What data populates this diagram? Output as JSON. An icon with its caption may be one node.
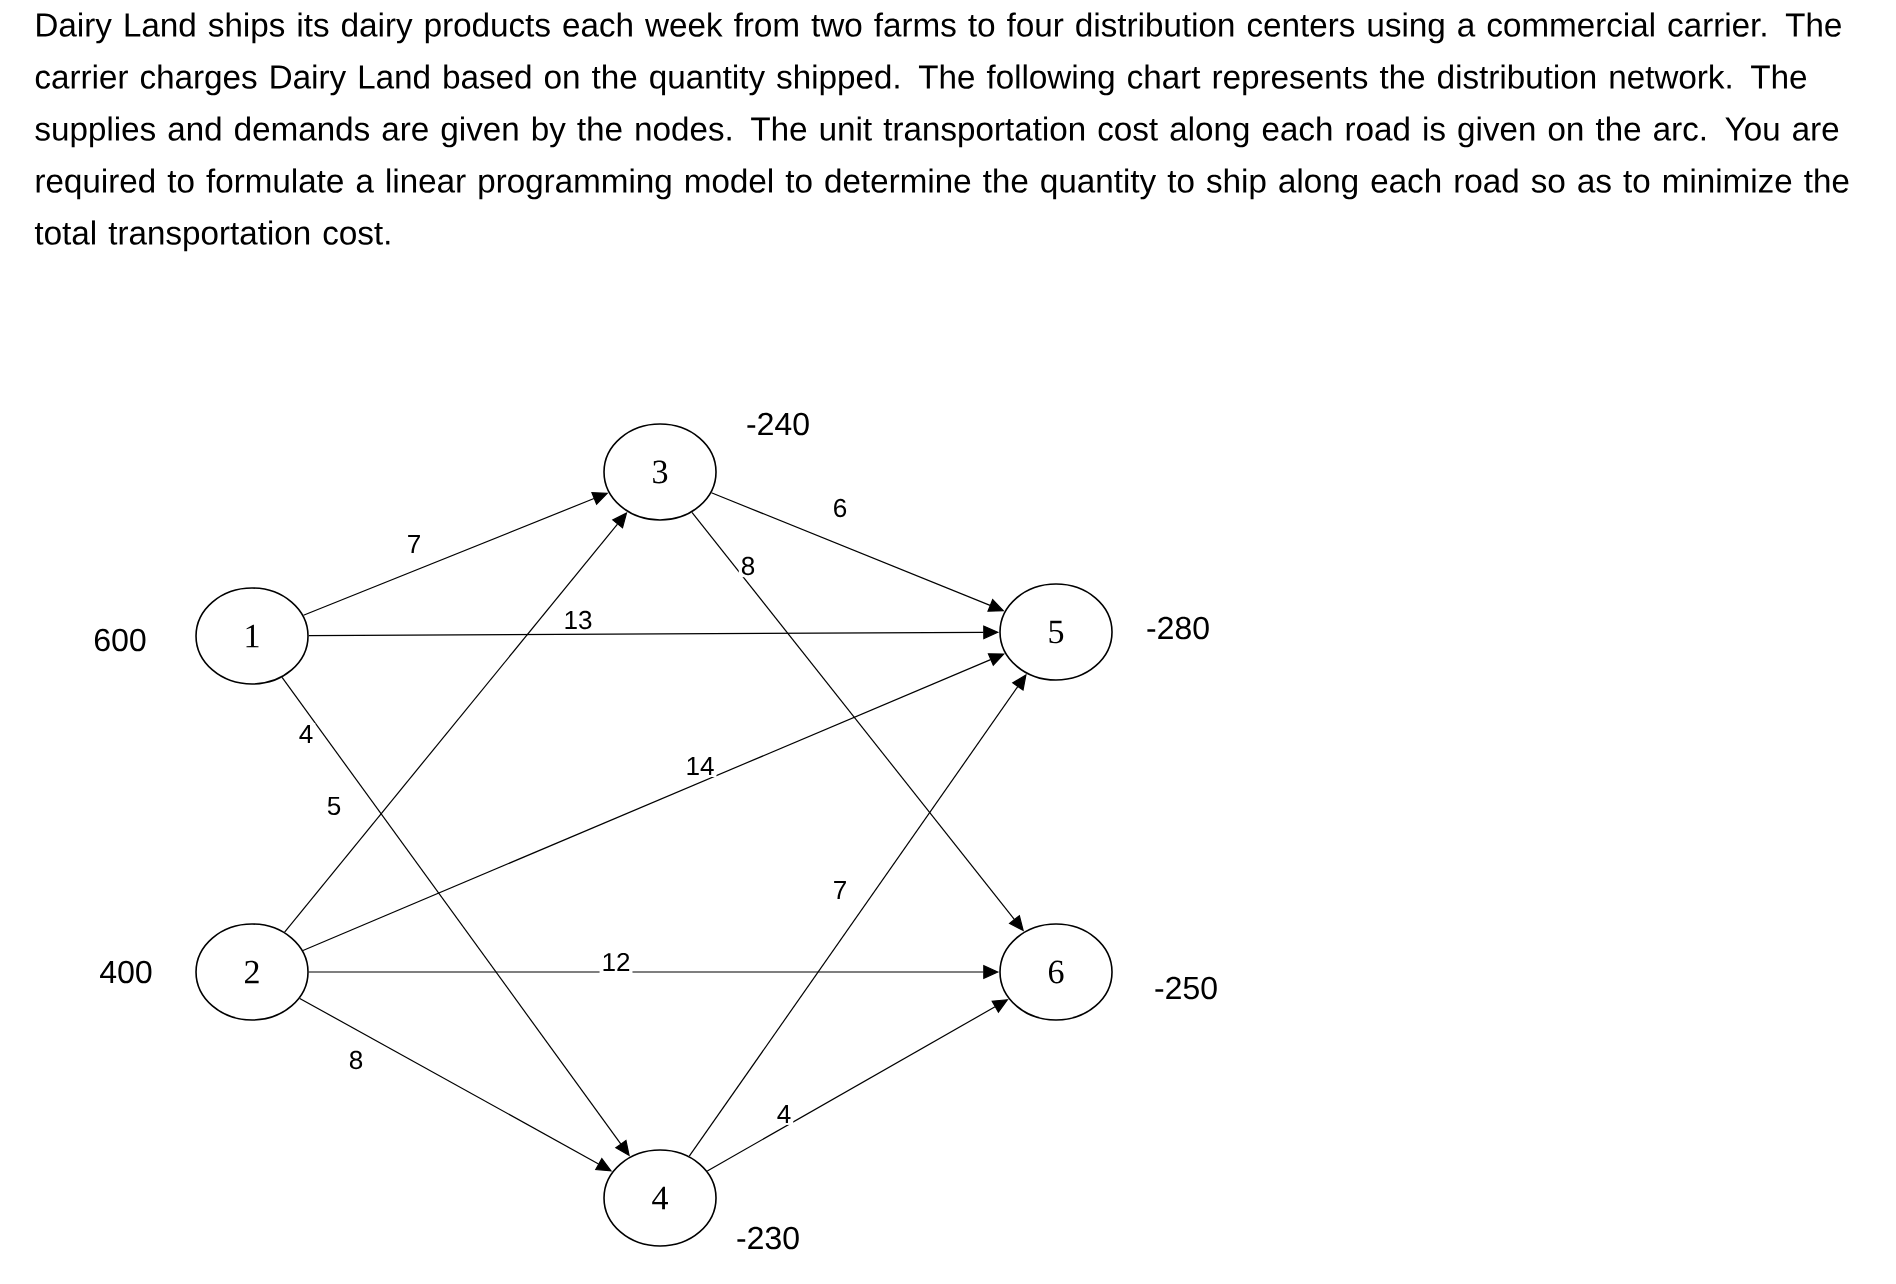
{
  "diagram": {
    "title": "Dairy Land ships its dairy products each week from two farms to four distribution centers using a commercial carrier. The carrier charges Dairy Land based on the quantity shipped. The following chart represents the distribution network. The supplies and demands are given by the nodes. The unit transportation cost along each road is given on the arc. You are required to formulate a linear programming model to determine the quantity to ship along each road so as to minimize the total transportation cost.",
    "nodes": [
      {
        "text": [
          "1"
        ],
        "beside": [
          "600"
        ]
      },
      {
        "text": [
          "2"
        ],
        "beside": [
          "400"
        ]
      },
      {
        "text": [
          "3"
        ],
        "beside": [
          "-240"
        ]
      },
      {
        "text": [
          "4"
        ],
        "beside": [
          "-230"
        ]
      },
      {
        "text": [
          "5"
        ],
        "beside": [
          "-280"
        ]
      },
      {
        "text": [
          "6"
        ],
        "beside": [
          "-250"
        ]
      }
    ],
    "edges": [
      {
        "from": 0,
        "to": 2,
        "arrow": "to",
        "label": "7"
      },
      {
        "from": 0,
        "to": 4,
        "arrow": "to",
        "label": "13"
      },
      {
        "from": 0,
        "to": 3,
        "arrow": "to",
        "label": "4"
      },
      {
        "from": 1,
        "to": 2,
        "arrow": "to",
        "label": "5"
      },
      {
        "from": 1,
        "to": 4,
        "arrow": "to",
        "label": "14"
      },
      {
        "from": 1,
        "to": 5,
        "arrow": "to",
        "label": "12"
      },
      {
        "from": 1,
        "to": 3,
        "arrow": "to",
        "label": "8"
      },
      {
        "from": 2,
        "to": 4,
        "arrow": "to",
        "label": "6"
      },
      {
        "from": 2,
        "to": 5,
        "arrow": "to",
        "label": "8"
      },
      {
        "from": 3,
        "to": 4,
        "arrow": "to",
        "label": "7"
      },
      {
        "from": 3,
        "to": 5,
        "arrow": "to",
        "label": "4"
      }
    ]
  }
}
